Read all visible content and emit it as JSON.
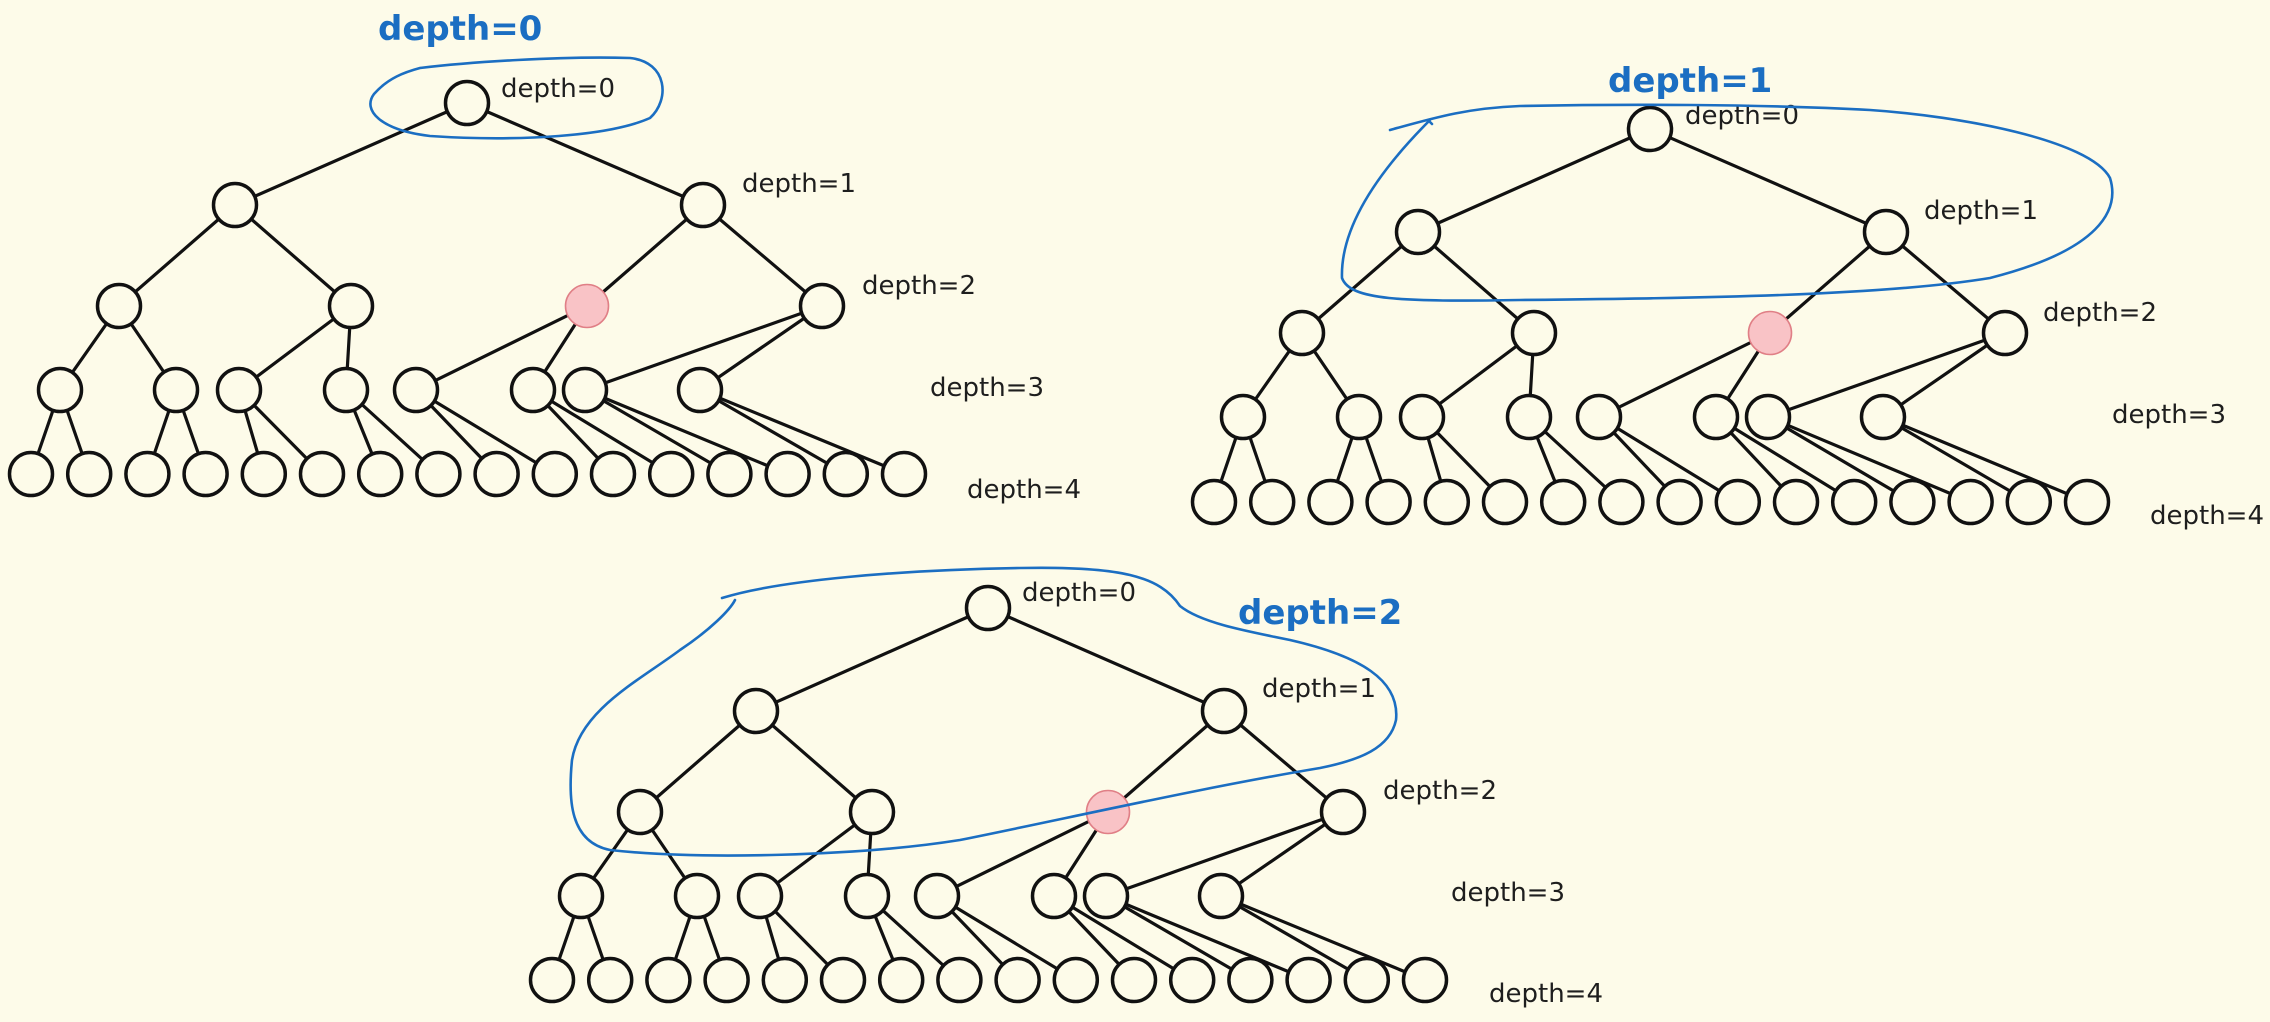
{
  "colors": {
    "background": "#fdfbe9",
    "node_stroke": "#111111",
    "node_fill": "#fdfbe9",
    "highlight_fill": "#f9c3c6",
    "highlight_stroke": "#e07f86",
    "annotation": "#1b6ec2"
  },
  "trees": [
    {
      "annotation": "depth=0",
      "level_labels": [
        "depth=0",
        "depth=1",
        "depth=2",
        "depth=3",
        "depth=4"
      ],
      "highlighted_node": "depth 2, index 2"
    },
    {
      "annotation": "depth=1",
      "level_labels": [
        "depth=0",
        "depth=1",
        "depth=2",
        "depth=3",
        "depth=4"
      ],
      "highlighted_node": "depth 2, index 2"
    },
    {
      "annotation": "depth=2",
      "level_labels": [
        "depth=0",
        "depth=1",
        "depth=2",
        "depth=3",
        "depth=4"
      ],
      "highlighted_node": "depth 2, index 2"
    }
  ]
}
